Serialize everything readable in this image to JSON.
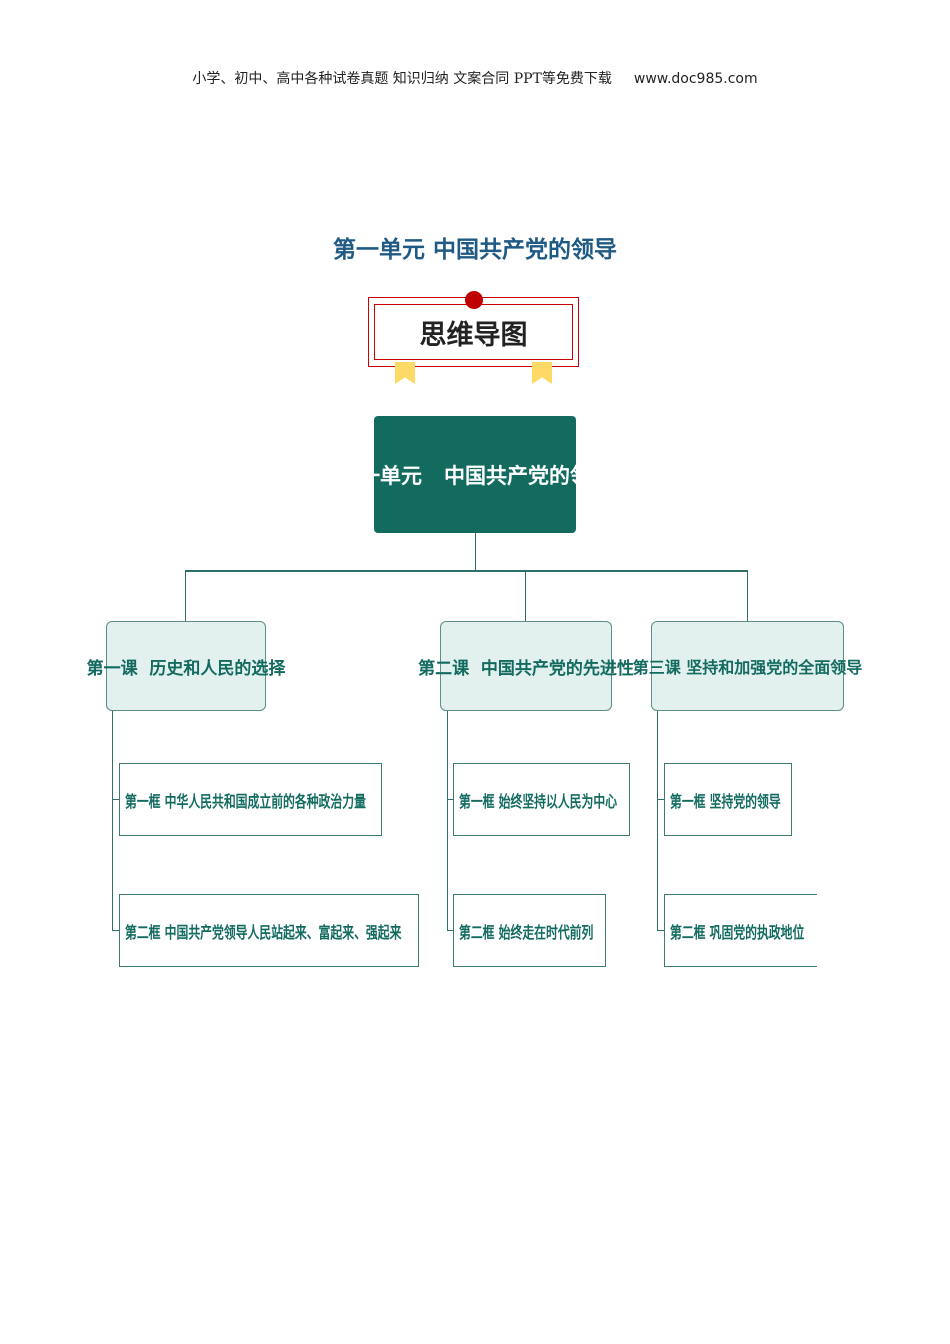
{
  "header": {
    "text": "小学、初中、高中各种试卷真题  知识归纳  文案合同  PPT等免费下载",
    "url": "www.doc985.com"
  },
  "title": "第一单元  中国共产党的领导",
  "badge": "思维导图",
  "root": "第一单元   中国共产党的领导",
  "lessons": [
    {
      "label": "第一课  历史和人民的选择",
      "frames": [
        "第一框 中华人民共和国成立前的各种政治力量",
        "第二框 中国共产党领导人民站起来、富起来、强起来"
      ]
    },
    {
      "label": "第二课  中国共产党的先进性",
      "frames": [
        "第一框 始终坚持以人民为中心",
        "第二框 始终走在时代前列"
      ]
    },
    {
      "label": "第三课 坚持和加强党的全面领导",
      "frames": [
        "第一框 坚持党的领导",
        "第二框 巩固党的执政地位"
      ]
    }
  ]
}
